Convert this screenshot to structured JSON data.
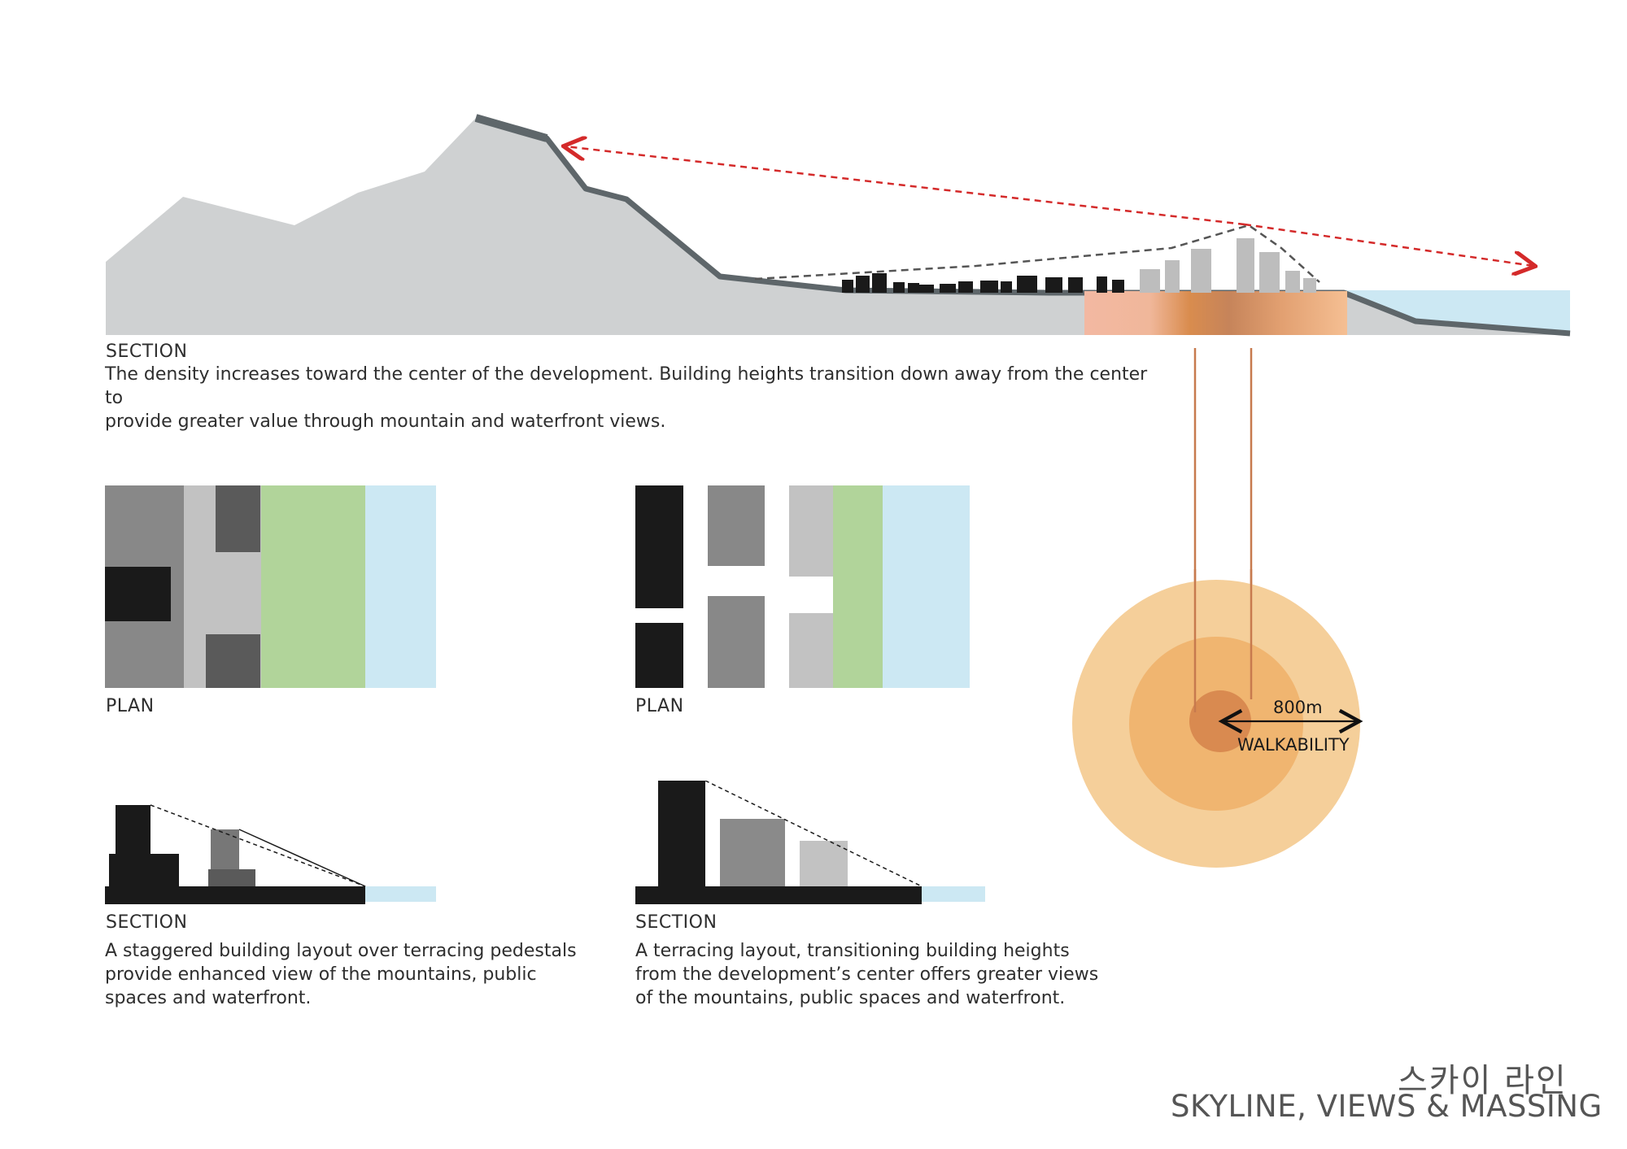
{
  "top_section": {
    "caption": "SECTION",
    "description": "The density increases toward the center of the development.  Building heights transition down away from the center to\nprovide greater value through mountain and waterfront views."
  },
  "plan_left": {
    "caption": "PLAN"
  },
  "plan_right": {
    "caption": "PLAN"
  },
  "section_left": {
    "caption": "SECTION",
    "description": "A staggered building layout over terracing pedestals\nprovide enhanced view of the mountains, public\nspaces and waterfront."
  },
  "section_right": {
    "caption": "SECTION",
    "description": "A terracing layout, transitioning building heights\nfrom the development’s center offers greater views\nof the mountains, public spaces and waterfront."
  },
  "walkability": {
    "distance": "800m",
    "label": "WALKABILITY"
  },
  "title": {
    "korean": "스카이 라인",
    "english": "SKYLINE, VIEWS & MASSING"
  },
  "colors": {
    "terrain": "#cfd1d2",
    "terrain_edge": "#5e666a",
    "water": "#cce8f3",
    "park": "#b1d49a",
    "view_arrow": "#d42a2a",
    "core_glow": "#d88a4d",
    "ring_outer": "#f5cf9a",
    "ring_mid": "#f0b570",
    "ring_inner": "#d98a50"
  }
}
